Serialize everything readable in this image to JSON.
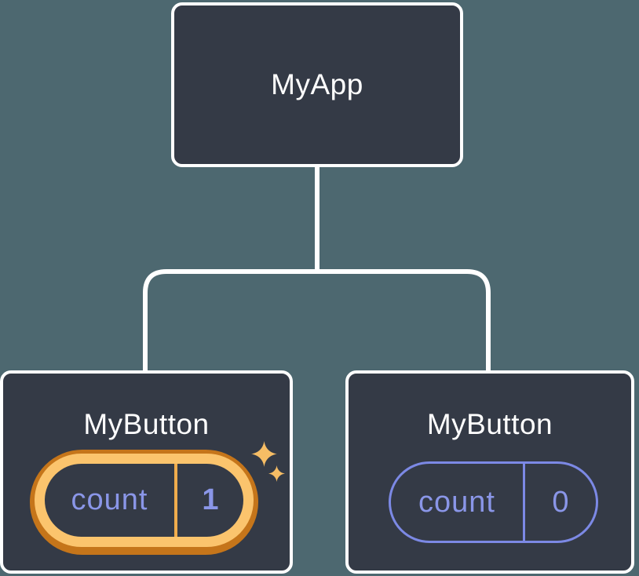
{
  "tree": {
    "root": {
      "label": "MyApp"
    },
    "children": [
      {
        "label": "MyButton",
        "state_name": "count",
        "state_value": "1",
        "highlighted": true
      },
      {
        "label": "MyButton",
        "state_name": "count",
        "state_value": "0",
        "highlighted": false
      }
    ]
  },
  "icons": {
    "sparkle": "✦"
  },
  "colors": {
    "background": "#4D6870",
    "node_fill": "#343A46",
    "node_border": "#FFFFFF",
    "connector": "#FFFFFF",
    "node_label_text": "#FFFFFF",
    "state_text": "#8A96E8",
    "pill_border_plain": "#7C89E5",
    "highlight_ring_outer": "#C5751A",
    "highlight_ring_gold": "#FBC46D",
    "highlight_divider": "#F0AC4D",
    "sparkle": "#F6BD65"
  }
}
